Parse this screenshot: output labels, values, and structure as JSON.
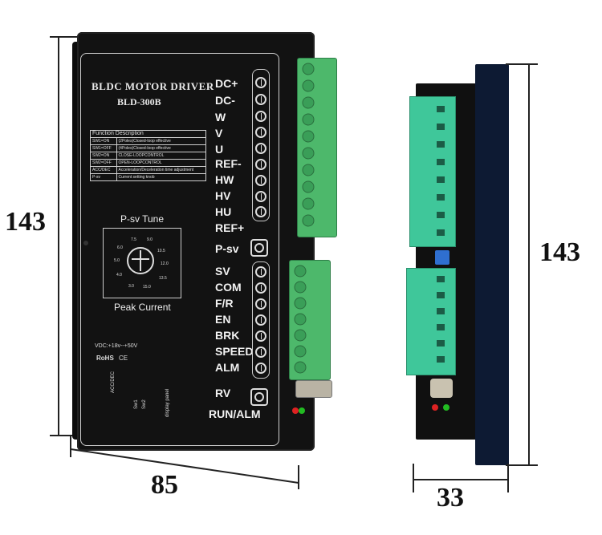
{
  "front": {
    "title": "BLDC MOTOR DRIVER",
    "model": "BLD-300B",
    "function_header": "Function Description",
    "functions": [
      {
        "key": "SW1=ON",
        "desc": "(2Poles)Closed-loop effective"
      },
      {
        "key": "SW1=OFF",
        "desc": "(4Poles)Closed-loop effective"
      },
      {
        "key": "SW2=ON",
        "desc": "CLOSE-LOOPCONTROL"
      },
      {
        "key": "SW2=OFF",
        "desc": "OPEN-LOOPCONTROL"
      },
      {
        "key": "ACC/DEC",
        "desc": "Acceleration/Deceleration time adjustment"
      },
      {
        "key": "P-sv",
        "desc": "Current setting knob"
      }
    ],
    "tune_label": "P-sv Tune",
    "peak_label": "Peak Current",
    "dial_values": [
      "7.5",
      "9.0",
      "6.0",
      "10.5",
      "5.0",
      "12.0",
      "4.0",
      "13.5",
      "3.0",
      "15.0"
    ],
    "vdc": "VDC:+18v--+50V",
    "rohs": "RoHS",
    "ce": "CE",
    "switch_labels": [
      "ACC/DEC",
      "Sw1",
      "Sw2",
      "display panel"
    ],
    "terminals_top": [
      "DC+",
      "DC-",
      "W",
      "V",
      "U",
      "REF-",
      "HW",
      "HV",
      "HU",
      "REF+"
    ],
    "psv_label": "P-sv",
    "terminals_bottom": [
      "SV",
      "COM",
      "F/R",
      "EN",
      "BRK",
      "SPEED",
      "ALM"
    ],
    "rv_label": "RV",
    "run_alm_label": "RUN/ALM"
  },
  "dimensions": {
    "height_front": "143",
    "width_front": "85",
    "height_side": "143",
    "depth_side": "33"
  },
  "colors": {
    "body": "#121212",
    "terminal_green": "#4db86b",
    "side_green": "#3fc79a",
    "panel_text": "#e8e8e8"
  }
}
